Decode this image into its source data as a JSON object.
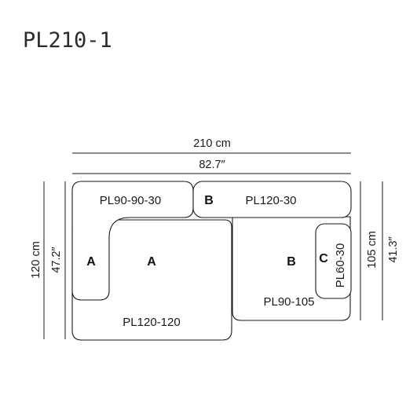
{
  "title": "PL210-1",
  "dimensions": {
    "width_cm": "210 cm",
    "width_in": "82.7″",
    "height_cm": "120 cm",
    "height_in": "47.2″",
    "right_cm": "105 cm",
    "right_in": "41.3″"
  },
  "modules": {
    "corner_back": "PL90-90-30",
    "right_back": "PL120-30",
    "corner_seat": "PL120-120",
    "right_seat": "PL90-105",
    "side_cushion": "PL60-30"
  },
  "letters": {
    "a_left": "A",
    "a_seat": "A",
    "b_back": "B",
    "b_seat": "B",
    "c_side": "C"
  }
}
